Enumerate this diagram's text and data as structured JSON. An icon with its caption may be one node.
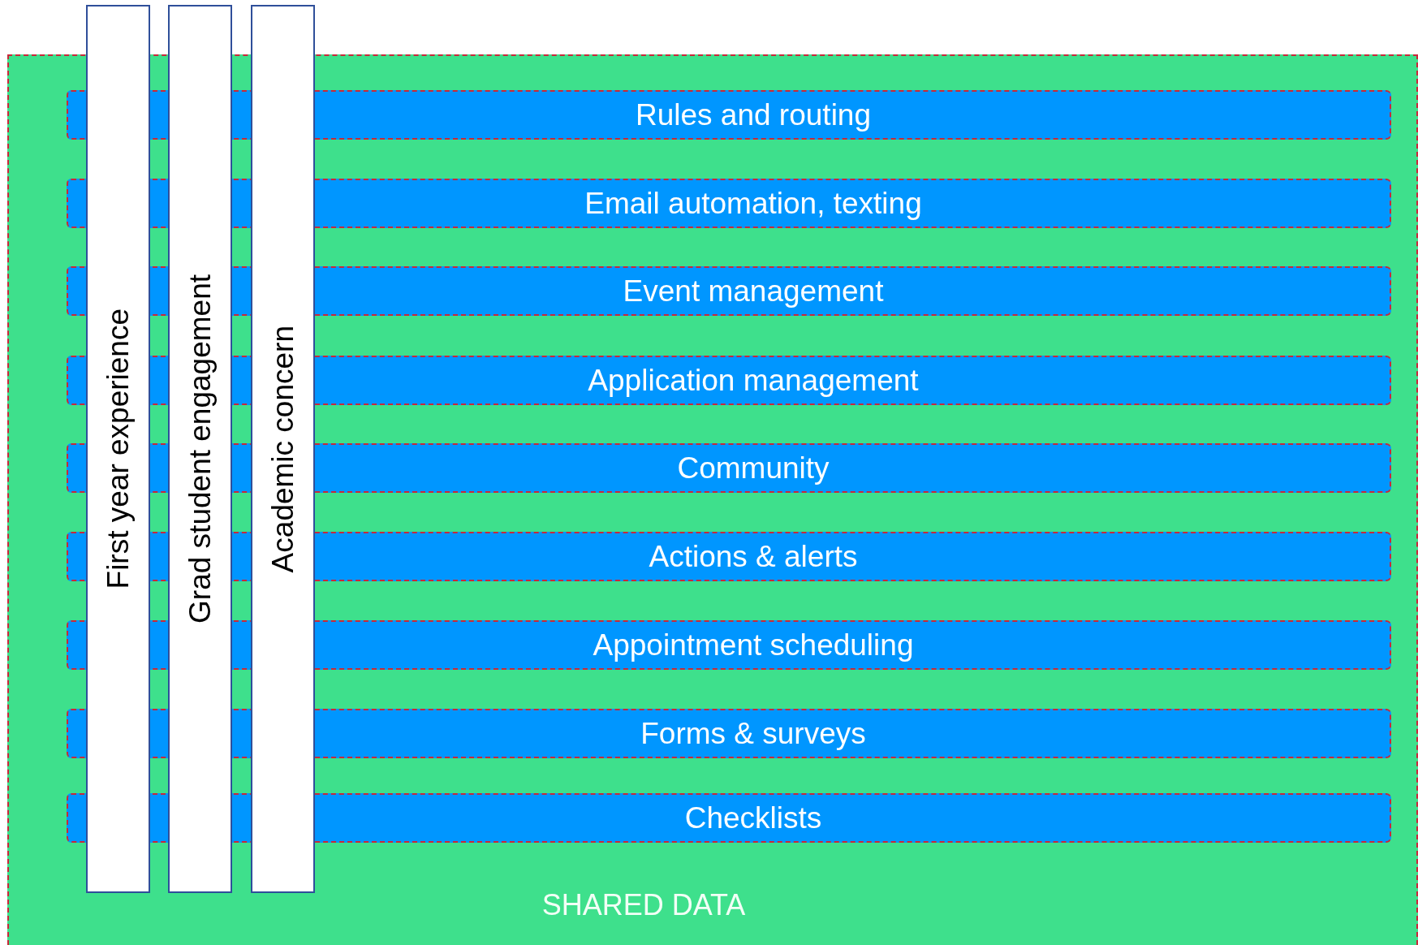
{
  "diagram": {
    "nodes": [
      {
        "text": [
          "SHARED DATA"
        ]
      },
      {
        "text": [
          "Rules and routing"
        ],
        "in": 0
      },
      {
        "text": [
          "Email automation, texting"
        ],
        "in": 0
      },
      {
        "text": [
          "Event management"
        ],
        "in": 0
      },
      {
        "text": [
          "Application management"
        ],
        "in": 0
      },
      {
        "text": [
          "Community"
        ],
        "in": 0
      },
      {
        "text": [
          "Actions & alerts"
        ],
        "in": 0
      },
      {
        "text": [
          "Appointment scheduling"
        ],
        "in": 0
      },
      {
        "text": [
          "Forms & surveys"
        ],
        "in": 0
      },
      {
        "text": [
          "Checklists"
        ],
        "in": 0
      },
      {
        "text": [
          "First year experience"
        ]
      },
      {
        "text": [
          "Grad student engagement"
        ]
      },
      {
        "text": [
          "Academic concern"
        ]
      }
    ]
  }
}
